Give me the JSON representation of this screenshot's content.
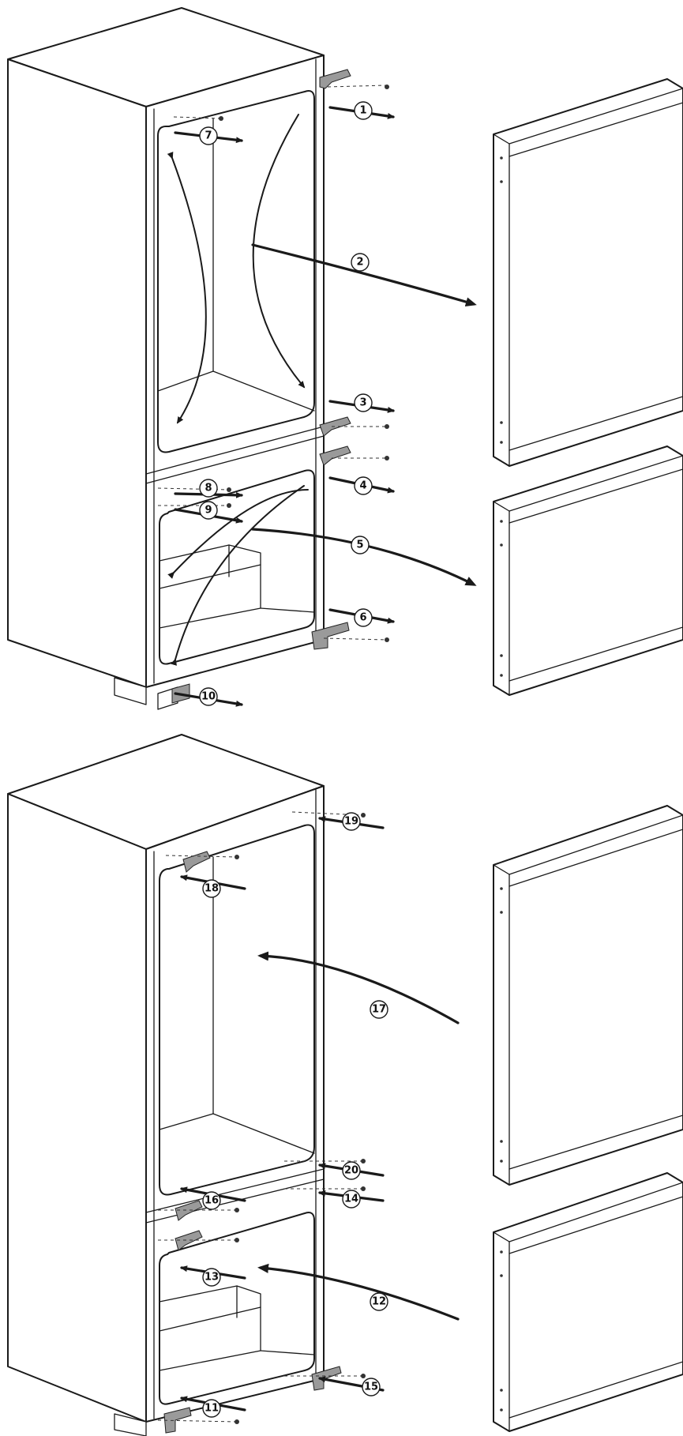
{
  "callouts": {
    "c1": "1",
    "c2": "2",
    "c3": "3",
    "c4": "4",
    "c5": "5",
    "c6": "6",
    "c7": "7",
    "c8": "8",
    "c9": "9",
    "c10": "10",
    "c11": "11",
    "c12": "12",
    "c13": "13",
    "c14": "14",
    "c15": "15",
    "c16": "16",
    "c17": "17",
    "c18": "18",
    "c19": "19",
    "c20": "20"
  },
  "colors": {
    "line": "#1a1a1a",
    "hinge": "#9a9a9a",
    "background": "#ffffff"
  }
}
